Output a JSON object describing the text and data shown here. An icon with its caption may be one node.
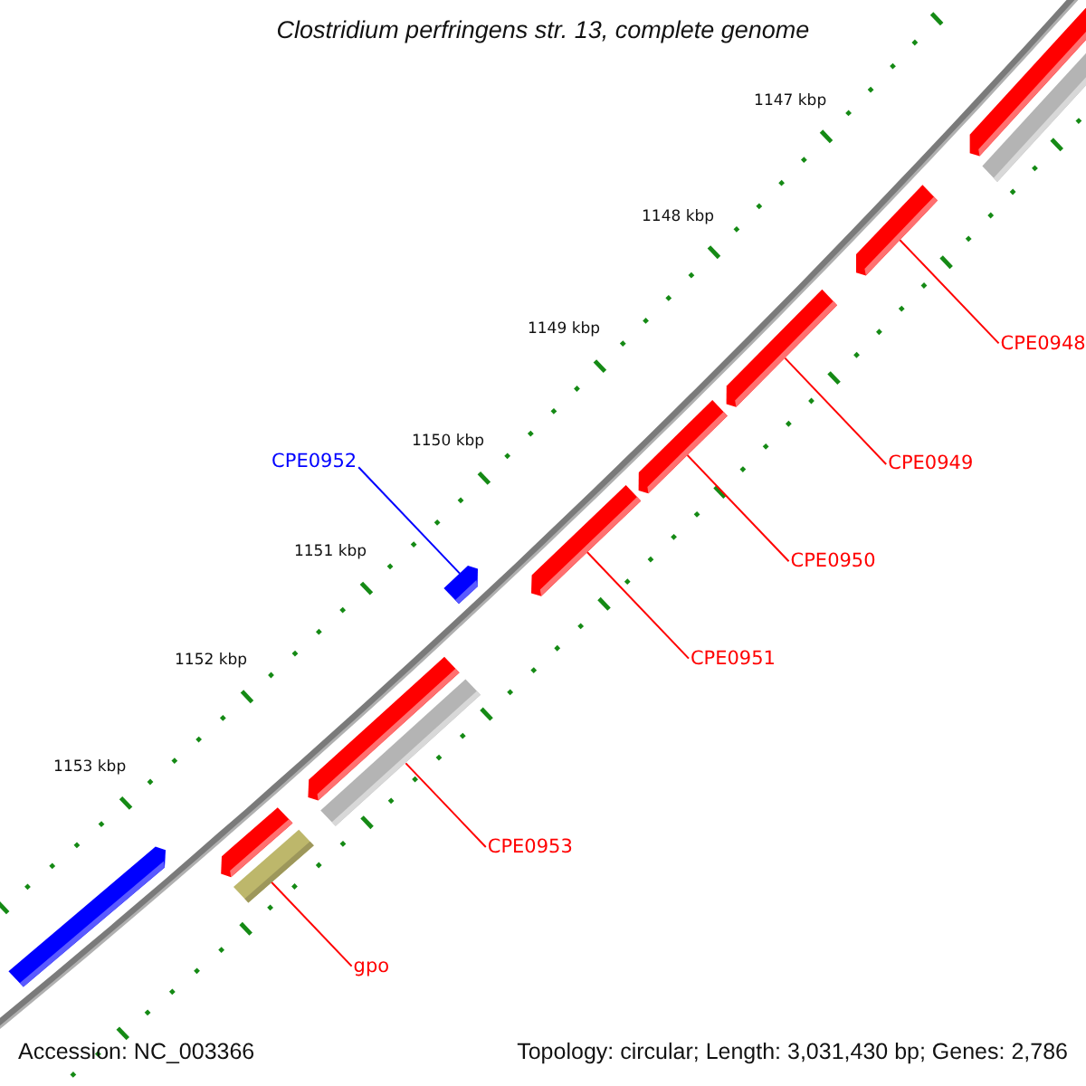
{
  "diagram": {
    "title": "Clostridium perfringens str. 13, complete genome",
    "nodes": [
      {
        "text": [
          "CPE0948"
        ]
      },
      {
        "text": [
          "CPE0952"
        ]
      },
      {
        "text": [
          "CPE0949"
        ]
      },
      {
        "text": [
          "CPE0950"
        ]
      },
      {
        "text": [
          "CPE0951"
        ]
      },
      {
        "text": [
          "CPE0953"
        ]
      },
      {
        "text": [
          "gpo"
        ]
      },
      {
        "text": [],
        "shape": "arrow"
      },
      {
        "text": [],
        "shape": "arrow"
      },
      {
        "text": [],
        "shape": "arrow"
      },
      {
        "text": [],
        "shape": "arrow"
      },
      {
        "text": [],
        "shape": "arrow"
      },
      {
        "text": [],
        "shape": "bar"
      },
      {
        "text": [],
        "shape": "bar"
      }
    ],
    "edges": [
      {
        "from": 0,
        "to": 7,
        "arrow": "none"
      },
      {
        "from": 1,
        "to": 11,
        "arrow": "none",
        "color": "#0000ff"
      },
      {
        "from": 2,
        "to": 8,
        "arrow": "none"
      },
      {
        "from": 3,
        "to": 9,
        "arrow": "none"
      },
      {
        "from": 4,
        "to": 10,
        "arrow": "none"
      },
      {
        "from": 5,
        "to": 12,
        "arrow": "none"
      },
      {
        "from": 6,
        "to": 13,
        "arrow": "none"
      }
    ],
    "labels": [
      "1147 kbp",
      "1148 kbp",
      "1149 kbp",
      "1150 kbp",
      "1151 kbp",
      "1152 kbp",
      "1153 kbp",
      "Accession: NC_003366",
      "Topology: circular; Length: 3,031,430 bp; Genes: 2,786"
    ]
  }
}
